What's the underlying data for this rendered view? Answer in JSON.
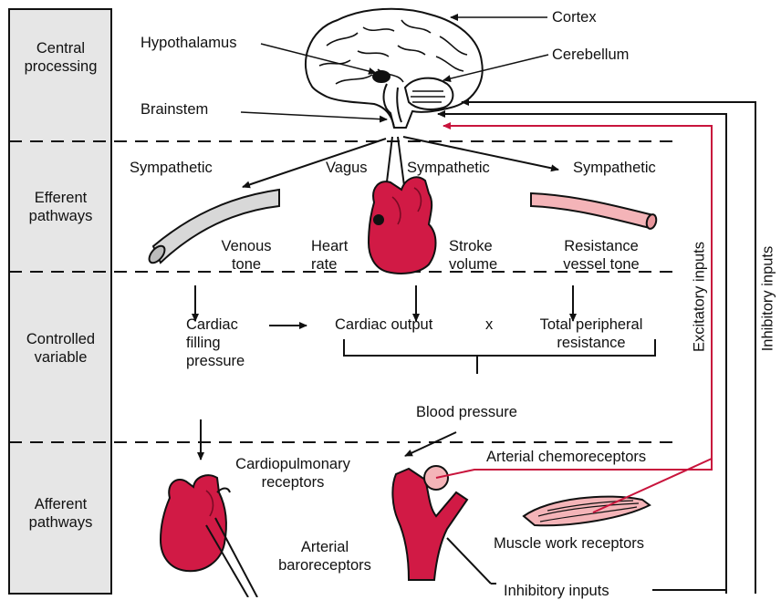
{
  "sections": [
    {
      "line1": "Central",
      "line2": "processing"
    },
    {
      "line1": "Efferent",
      "line2": "pathways"
    },
    {
      "line1": "Controlled",
      "line2": "variable"
    },
    {
      "line1": "Afferent",
      "line2": "pathways"
    }
  ],
  "brain": {
    "cortex": "Cortex",
    "hypothalamus": "Hypothalamus",
    "cerebellum": "Cerebellum",
    "brainstem": "Brainstem"
  },
  "efferent": {
    "sympathetic_left": "Sympathetic",
    "vagus": "Vagus",
    "sympathetic_mid": "Sympathetic",
    "sympathetic_right": "Sympathetic",
    "venous_tone": [
      "Venous",
      "tone"
    ],
    "heart_rate": [
      "Heart",
      "rate"
    ],
    "stroke_volume": [
      "Stroke",
      "volume"
    ],
    "resistance_vessel_tone": [
      "Resistance",
      "vessel tone"
    ]
  },
  "controlled": {
    "cardiac_filling_pressure": [
      "Cardiac",
      "filling",
      "pressure"
    ],
    "cardiac_output": "Cardiac output",
    "times": "x",
    "total_peripheral_resistance": [
      "Total peripheral",
      "resistance"
    ],
    "blood_pressure": "Blood pressure"
  },
  "afferent": {
    "cardiopulmonary_receptors": [
      "Cardiopulmonary",
      "receptors"
    ],
    "arterial_chemoreceptors": "Arterial chemoreceptors",
    "arterial_baroreceptors": [
      "Arterial",
      "baroreceptors"
    ],
    "muscle_work_receptors": "Muscle work receptors",
    "inhibitory_inputs_bottom": "Inhibitory inputs"
  },
  "side_labels": {
    "excitatory_inputs": "Excitatory inputs",
    "inhibitory_inputs": "Inhibitory inputs"
  },
  "colors": {
    "sidebar_fill": "#e6e6e6",
    "heart_red": "#d11a45",
    "excitatory_red": "#c8143c",
    "vessel_pink": "#f4b4b8",
    "vein_gray": "#d8d8d8"
  }
}
